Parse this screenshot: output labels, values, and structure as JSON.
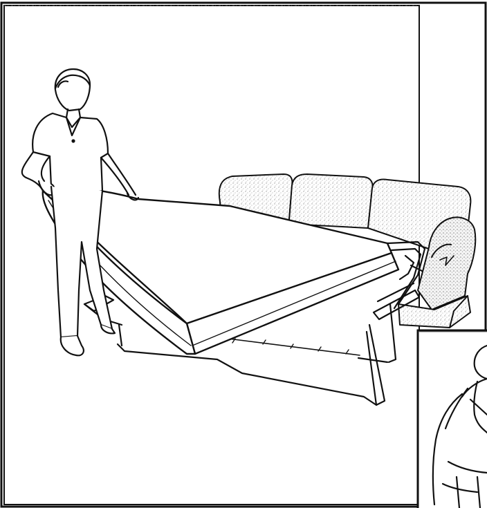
{
  "figure": {
    "kind": "line-drawing",
    "subject": "person-removing-mattress-from-sleeper-sofa",
    "colors": {
      "background": "#ffffff",
      "ink": "#111111",
      "stipple": "#b9b9b9"
    }
  },
  "panels": {
    "main": {
      "name": "main-panel"
    },
    "inset": {
      "name": "inset-panel-cropped"
    }
  }
}
